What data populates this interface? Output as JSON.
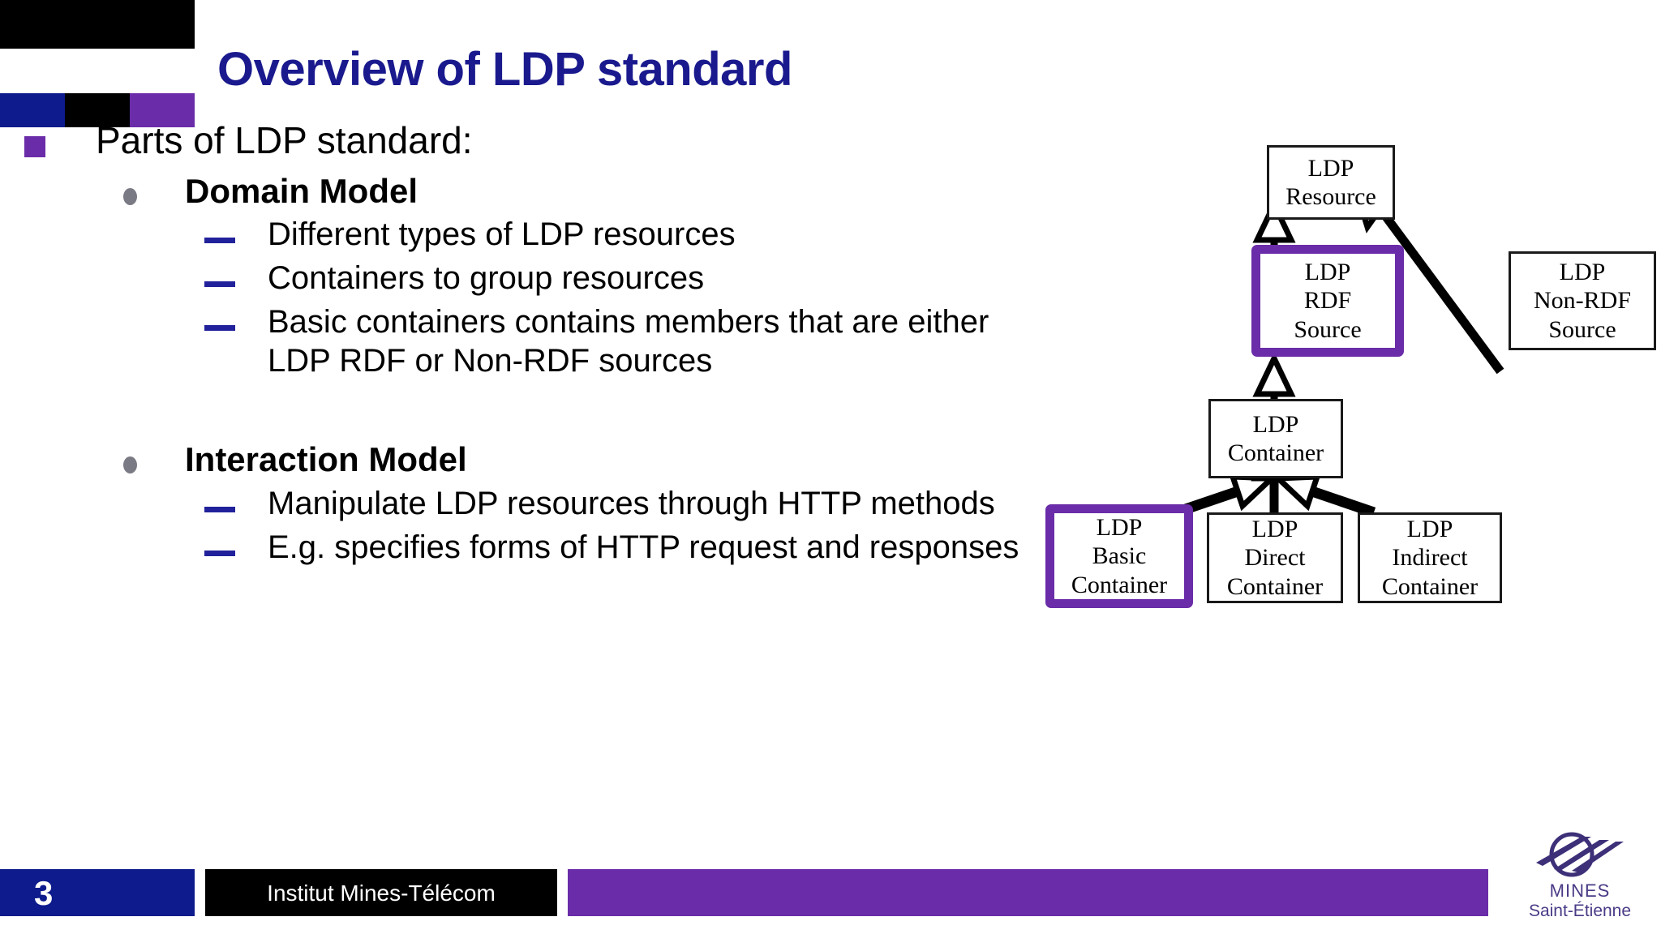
{
  "slide": {
    "title": "Overview of LDP standard",
    "title_color": "#1a1a8e"
  },
  "decoration": {
    "colors": {
      "navy": "#0d1b8c",
      "black": "#000000",
      "purple": "#6a2ca8"
    }
  },
  "content": {
    "heading": "Parts of LDP standard:",
    "sections": [
      {
        "label": "Domain Model",
        "points": [
          "Different types of LDP resources",
          "Containers to group resources",
          "Basic containers contains members that are either LDP RDF or Non-RDF sources"
        ]
      },
      {
        "label": "Interaction Model",
        "points": [
          "Manipulate LDP resources through HTTP methods",
          "E.g. specifies forms of HTTP request and responses"
        ]
      }
    ]
  },
  "diagram": {
    "type": "uml-class-hierarchy",
    "highlight_color": "#6a2ca8",
    "nodes": [
      {
        "id": "resource",
        "lines": [
          "LDP",
          "Resource"
        ],
        "highlight": false
      },
      {
        "id": "rdf",
        "lines": [
          "LDP",
          "RDF",
          "Source"
        ],
        "highlight": true
      },
      {
        "id": "nonrdf",
        "lines": [
          "LDP",
          "Non-RDF",
          "Source"
        ],
        "highlight": false
      },
      {
        "id": "container",
        "lines": [
          "LDP",
          "Container"
        ],
        "highlight": false
      },
      {
        "id": "basic",
        "lines": [
          "LDP",
          "Basic",
          "Container"
        ],
        "highlight": true
      },
      {
        "id": "direct",
        "lines": [
          "LDP",
          "Direct",
          "Container"
        ],
        "highlight": false
      },
      {
        "id": "indirect",
        "lines": [
          "LDP",
          "Indirect",
          "Container"
        ],
        "highlight": false
      }
    ],
    "edges": [
      {
        "from": "rdf",
        "to": "resource"
      },
      {
        "from": "nonrdf",
        "to": "resource"
      },
      {
        "from": "container",
        "to": "rdf"
      },
      {
        "from": "basic",
        "to": "container"
      },
      {
        "from": "direct",
        "to": "container"
      },
      {
        "from": "indirect",
        "to": "container"
      }
    ]
  },
  "footer": {
    "page_number": "3",
    "institution": "Institut Mines-Télécom",
    "logo": {
      "name_top": "MINES",
      "name_bottom": "Saint-Étienne"
    }
  }
}
